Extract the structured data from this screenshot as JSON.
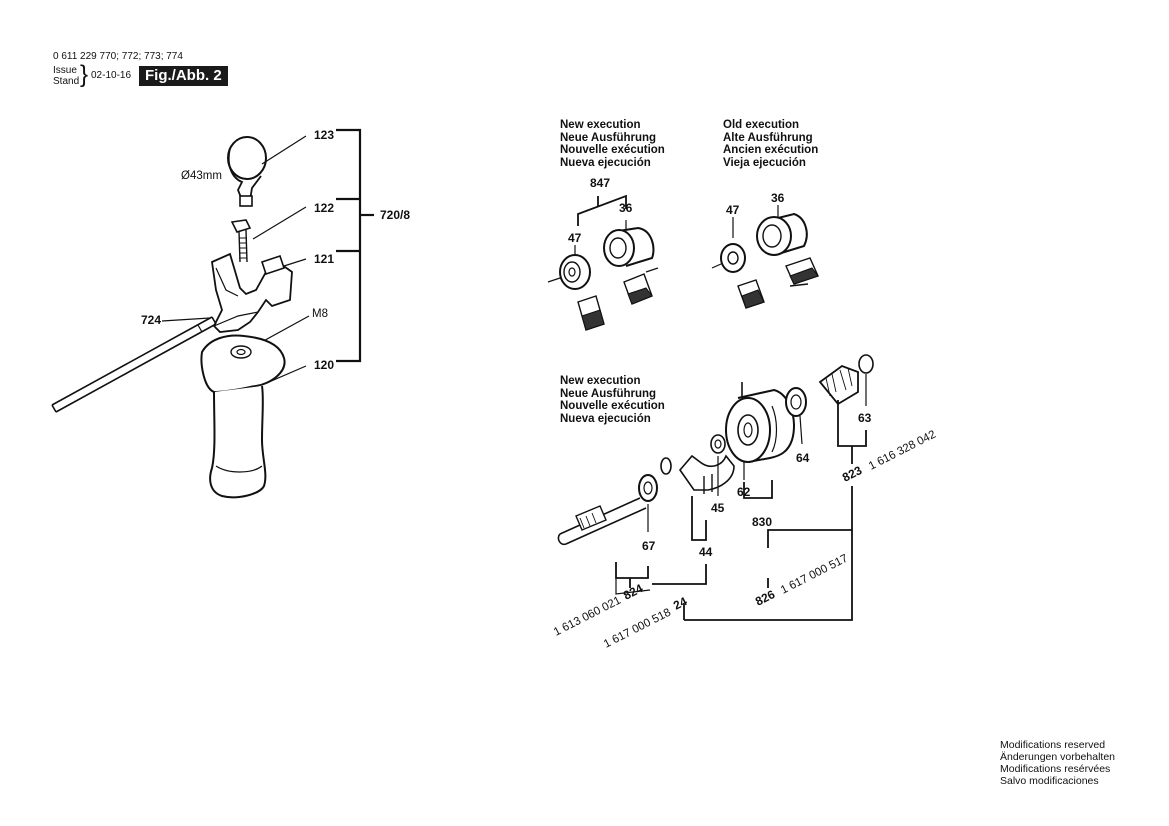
{
  "header": {
    "model_numbers": "0 611 229 770; 772; 773; 774",
    "issue_label": "Issue",
    "stand_label": "Stand",
    "date": "02-10-16",
    "figure_label": "Fig./Abb. 2"
  },
  "handle_assembly": {
    "diameter_note": "Ø43mm",
    "set_label": "720/8",
    "parts": [
      "123",
      "122",
      "121",
      "120",
      "724",
      "M8"
    ]
  },
  "execution_blocks": {
    "new_top": [
      "New execution",
      "Neue Ausführung",
      "Nouvelle exécution",
      "Nueva ejecución"
    ],
    "old_top": [
      "Old execution",
      "Alte Ausführung",
      "Ancien exécution",
      "Vieja ejecución"
    ],
    "new_bottom": [
      "New execution",
      "Neue Ausführung",
      "Nouvelle exécution",
      "Nueva ejecución"
    ]
  },
  "top_parts": {
    "new_group": "847",
    "new_47": "47",
    "new_36": "36",
    "old_47": "47",
    "old_36": "36"
  },
  "drive_assembly": {
    "p67": "67",
    "p45": "45",
    "p44": "44",
    "p62": "62",
    "p830": "830",
    "p64": "64",
    "p63": "63",
    "p823": "823",
    "p823_number": "1 616 328 042",
    "p824": "824",
    "p824_number": "1 613 060 021",
    "p24": "24",
    "p24_number": "1 617 000 518",
    "p826": "826",
    "p826_number": "1 617 000 517"
  },
  "footer": {
    "modifications": [
      "Modifications reserved",
      "Änderungen vorbehalten",
      "Modifications resérvées",
      "Salvo modificaciones"
    ]
  }
}
